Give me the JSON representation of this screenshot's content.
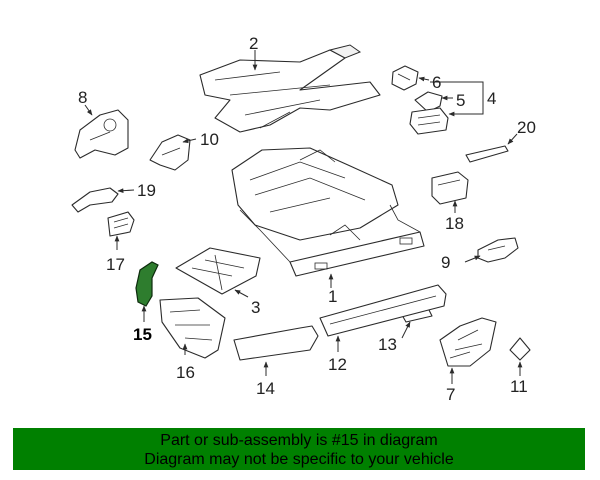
{
  "callouts": [
    "1",
    "2",
    "3",
    "4",
    "5",
    "6",
    "7",
    "8",
    "9",
    "10",
    "11",
    "12",
    "13",
    "14",
    "15",
    "16",
    "17",
    "18",
    "19",
    "20"
  ],
  "highlighted_part": "15",
  "colors": {
    "highlight_fill": "#2e7d2e",
    "banner_background": "#008000",
    "line": "#2b2b2b"
  },
  "banner": {
    "line1": "Part or sub-assembly is #15 in diagram",
    "line2": "Diagram may not be specific to your vehicle"
  }
}
